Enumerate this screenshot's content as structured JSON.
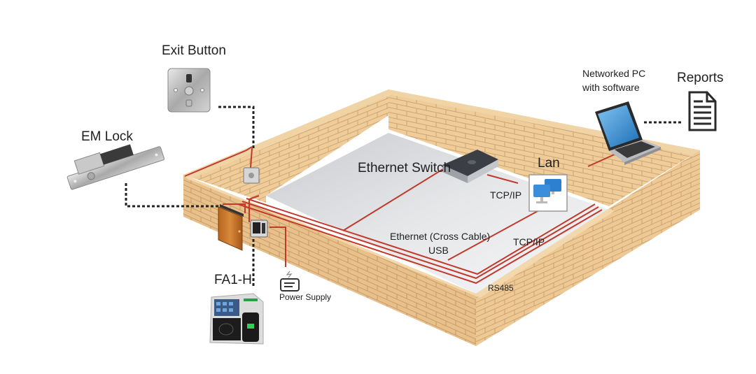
{
  "title": "Access control system installation diagram",
  "colors": {
    "brick": "#ecc690",
    "brick_mortar": "#c9a172",
    "brick_dark": "#e2b883",
    "floor": "#e9eaec",
    "cable": "#c0392b",
    "dotted_line": "#222222"
  },
  "devices": {
    "exit_button": {
      "label": "Exit Button",
      "icon": "exit-button-icon"
    },
    "em_lock": {
      "label": "EM Lock",
      "icon": "em-lock-icon"
    },
    "ethernet_switch": {
      "label": "Ethernet Switch",
      "icon": "network-switch-icon"
    },
    "lan": {
      "label": "Lan",
      "icon": "lan-computers-icon"
    },
    "networked_pc": {
      "label_line1": "Networked PC",
      "label_line2": "with software",
      "icon": "laptop-icon"
    },
    "reports": {
      "label": "Reports",
      "icon": "document-icon"
    },
    "fa1h": {
      "label": "FA1-H",
      "icon": "face-terminal-icon"
    },
    "power_supply": {
      "label": "Power Supply",
      "icon": "power-supply-icon"
    },
    "door": {
      "icon": "door-icon"
    }
  },
  "connections": {
    "tcpip_switch_lan": "TCP/IP",
    "ethernet_cross": "Ethernet (Cross Cable)",
    "usb": "USB",
    "tcpip_floor": "TCP/IP",
    "rs485": "RS485"
  }
}
